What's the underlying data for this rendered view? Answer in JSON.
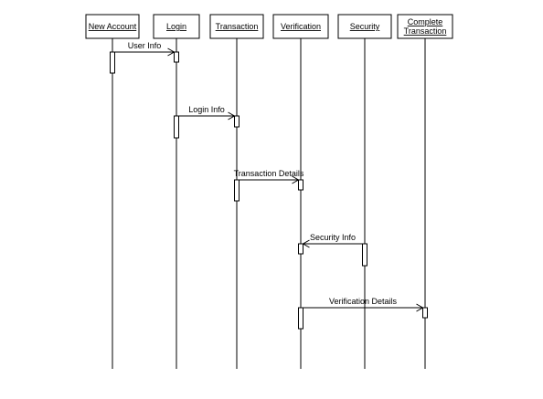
{
  "diagram": {
    "participants": [
      {
        "id": "new-account",
        "lines": [
          "New Account"
        ]
      },
      {
        "id": "login",
        "lines": [
          "Login"
        ]
      },
      {
        "id": "transaction",
        "lines": [
          "Transaction"
        ]
      },
      {
        "id": "verification",
        "lines": [
          "Verification"
        ]
      },
      {
        "id": "security",
        "lines": [
          "Security"
        ]
      },
      {
        "id": "complete-transaction",
        "lines": [
          "Complete",
          "Transaction"
        ]
      }
    ],
    "messages": [
      {
        "from": "new-account",
        "to": "login",
        "label": "User Info"
      },
      {
        "from": "login",
        "to": "transaction",
        "label": "Login Info"
      },
      {
        "from": "transaction",
        "to": "verification",
        "label": "Transaction Details"
      },
      {
        "from": "security",
        "to": "verification",
        "label": "Security Info"
      },
      {
        "from": "verification",
        "to": "complete-transaction",
        "label": "Verification Details"
      }
    ],
    "colors": {
      "line": "#000000",
      "background": "#ffffff"
    }
  }
}
